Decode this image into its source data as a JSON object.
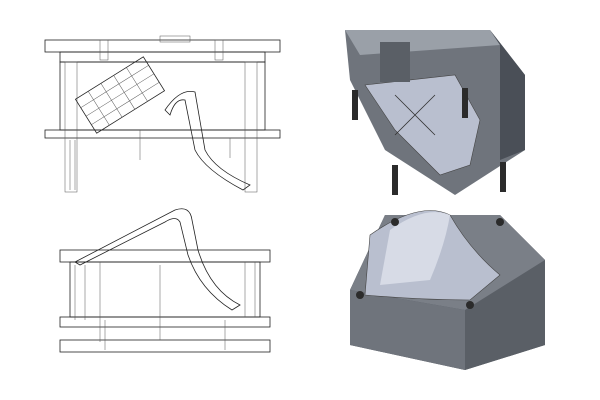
{
  "figure": {
    "views": [
      "mold-section-open",
      "mold-section-closed",
      "mold-3d-top-half",
      "mold-3d-bottom-half"
    ]
  },
  "colors": {
    "line": "#222222",
    "metal_dark": "#4a4f57",
    "metal_mid": "#6f747c",
    "metal_light": "#9aa0a8",
    "cavity": "#b9bfcf",
    "pin": "#2b2b2b"
  }
}
